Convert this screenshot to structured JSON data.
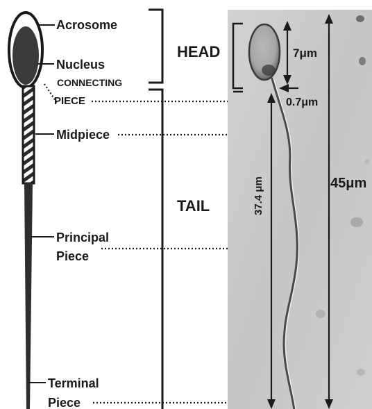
{
  "labels": {
    "acrosome": "Acrosome",
    "nucleus": "Nucleus",
    "connecting_piece_line1": "CONNECTING",
    "connecting_piece_line2": "PIECE",
    "midpiece": "Midpiece",
    "principal_piece_line1": "Principal",
    "principal_piece_line2": "Piece",
    "terminal_piece_line1": "Terminal",
    "terminal_piece_line2": "Piece"
  },
  "regions": {
    "head": "HEAD",
    "tail": "TAIL"
  },
  "measurements": {
    "head_length": "7μm",
    "neck_width": "0.7μm",
    "tail_length": "37.4 μm",
    "total_length": "45μm"
  },
  "colors": {
    "ink": "#1a1a1a",
    "micrograph_bg": "#c9c9c9"
  }
}
